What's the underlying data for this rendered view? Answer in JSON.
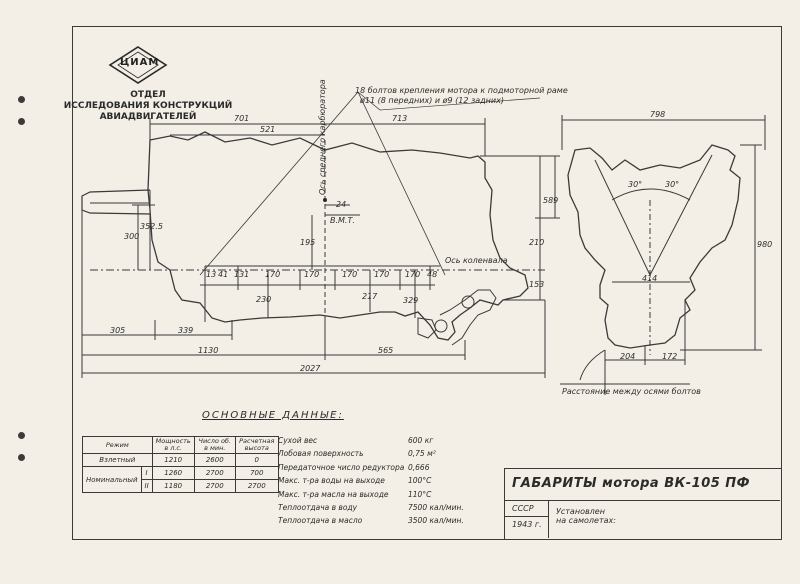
{
  "organization": {
    "logo_text": "ЦИАМ",
    "department": [
      "ОТДЕЛ",
      "ИССЛЕДОВАНИЯ КОНСТРУКЦИЙ",
      "АВИАДВИГАТЕЛЕЙ"
    ]
  },
  "notes": {
    "bolts": [
      "18 болтов крепления мотора к подмоторной раме",
      "ø11 (8 передних) и ø9 (12 задних)"
    ],
    "carburetor_axis": "Ось среднего карбюратора",
    "crankshaft_axis": "Ось коленвала",
    "bolt_distance": "Расстояние между осями болтов",
    "vmt": "В.М.Т."
  },
  "side_view_dims": [
    "701",
    "521",
    "713",
    "24",
    "195",
    "300",
    "352.5",
    "589",
    "210",
    "153",
    "13",
    "41",
    "131",
    "170",
    "170",
    "170",
    "170",
    "170",
    "48",
    "230",
    "217",
    "329",
    "305",
    "339",
    "1130",
    "565",
    "2027"
  ],
  "front_view_dims": [
    "798",
    "980",
    "30°",
    "30°",
    "414",
    "204",
    "172"
  ],
  "main_data": {
    "title": "ОСНОВНЫЕ ДАННЫЕ:",
    "table_headers": [
      "Режим",
      "Мощность в л.с.",
      "Число об. в мин.",
      "Расчетная высота"
    ],
    "rows": [
      {
        "mode": "Взлетный",
        "sub": "",
        "power": "1210",
        "rpm": "2600",
        "alt": "0"
      },
      {
        "mode": "Номинальный",
        "sub": "I",
        "power": "1260",
        "rpm": "2700",
        "alt": "700"
      },
      {
        "mode": "",
        "sub": "II",
        "power": "1180",
        "rpm": "2700",
        "alt": "2700"
      }
    ],
    "specs": [
      {
        "label": "Сухой вес",
        "value": "600 кг"
      },
      {
        "label": "Лобовая поверхность",
        "value": "0,75 м²"
      },
      {
        "label": "Передаточное число редуктора",
        "value": "0,666"
      },
      {
        "label": "Макс. т-ра воды на выходе",
        "value": "100°С"
      },
      {
        "label": "Макс. т-ра масла на выходе",
        "value": "110°С"
      },
      {
        "label": "Теплоотдача в воду",
        "value": "7500 кал/мин."
      },
      {
        "label": "Теплоотдача в масло",
        "value": "3500 кал/мин."
      }
    ]
  },
  "title_block": {
    "title": "ГАБАРИТЫ мотора ВК-105 ПФ",
    "country": "СССР",
    "year": "1943 г.",
    "source": [
      "Установлен",
      "на самолетах:"
    ]
  }
}
